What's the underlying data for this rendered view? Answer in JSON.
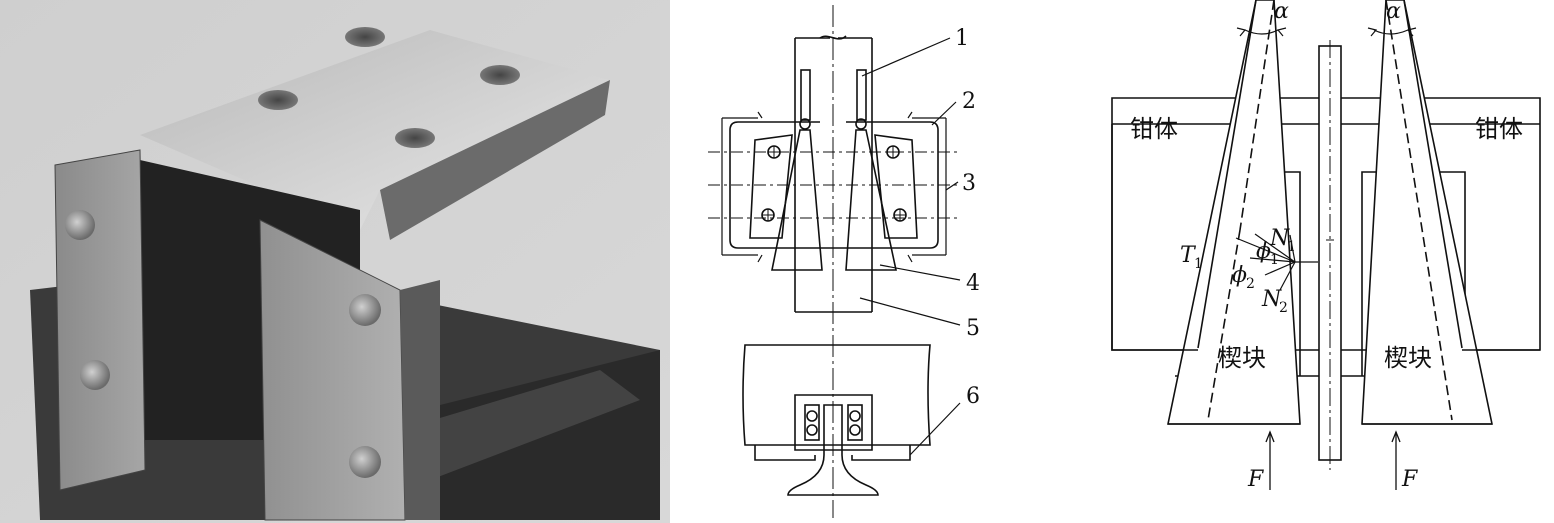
{
  "photo_panel": {},
  "mechanism_panel": {
    "callouts": [
      "1",
      "2",
      "3",
      "4",
      "5",
      "6"
    ]
  },
  "force_panel": {
    "clamp_body_left": "钳体",
    "clamp_body_right": "钳体",
    "wedge_left": "楔块",
    "wedge_right": "楔块",
    "alpha": "α",
    "N": "N",
    "N1_sub": "1",
    "N2_sub": "2",
    "T": "T",
    "T1_sub": "1",
    "phi": "ϕ",
    "phi1_sub": "1",
    "phi2_sub": "2",
    "F": "F"
  }
}
